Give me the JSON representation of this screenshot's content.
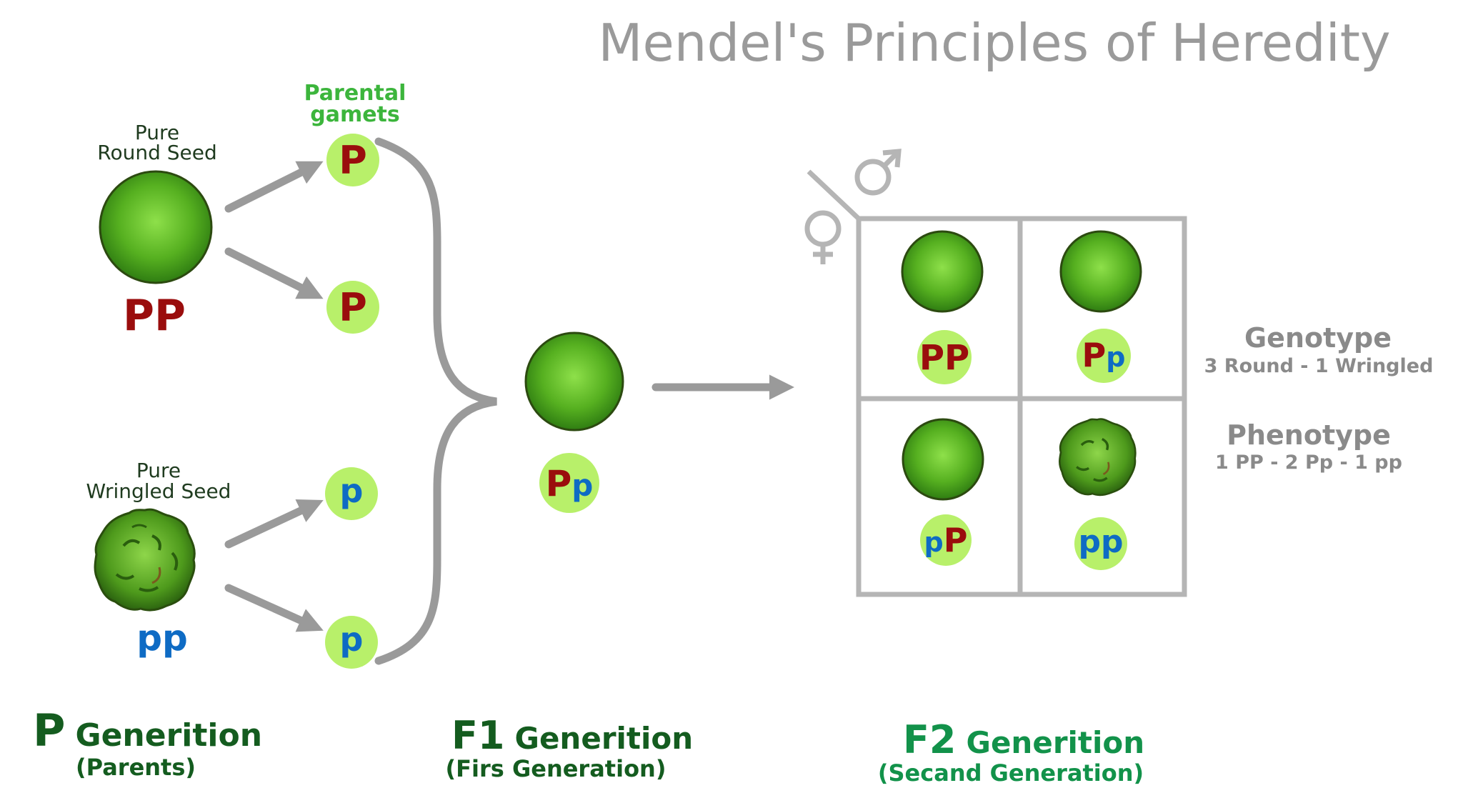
{
  "title": "Mendel's Principles of Heredity",
  "parents": {
    "round": {
      "label_line1": "Pure",
      "label_line2": "Round Seed",
      "genotype": "PP"
    },
    "wrinkled": {
      "label_line1": "Pure",
      "label_line2": "Wringled Seed",
      "genotype": "pp"
    }
  },
  "gametes": {
    "heading_line1": "Parental",
    "heading_line2": "gamets",
    "items": [
      "P",
      "P",
      "p",
      "p"
    ]
  },
  "f1": {
    "genotype_dominant": "P",
    "genotype_recessive": "p"
  },
  "punnett": {
    "male_symbol": "♂",
    "female_symbol": "♀",
    "cells": [
      {
        "first": "P",
        "second": "P"
      },
      {
        "first": "P",
        "second": "p"
      },
      {
        "first": "p",
        "second": "P"
      },
      {
        "first": "p",
        "second": "p"
      }
    ]
  },
  "stats": {
    "genotype_heading": "Genotype",
    "genotype_text": "3 Round - 1 Wringled",
    "phenotype_heading": "Phenotype",
    "phenotype_text": "1 PP - 2 Pp - 1 pp"
  },
  "generations": {
    "p": {
      "big": "P",
      "word": "Generition",
      "sub": "(Parents)"
    },
    "f1": {
      "big": "F1",
      "word": "Generition",
      "sub": "(Firs Generation)"
    },
    "f2": {
      "big": "F2",
      "word": "Generition",
      "sub": "(Secand Generation)"
    }
  },
  "colors": {
    "dominant": "#9a0d0d",
    "recessive": "#0e6bc4",
    "gamete_fill": "#b8f06a",
    "seed_light": "#7fd63a",
    "seed_dark": "#2f7d12",
    "connector": "#9a9a9a"
  }
}
